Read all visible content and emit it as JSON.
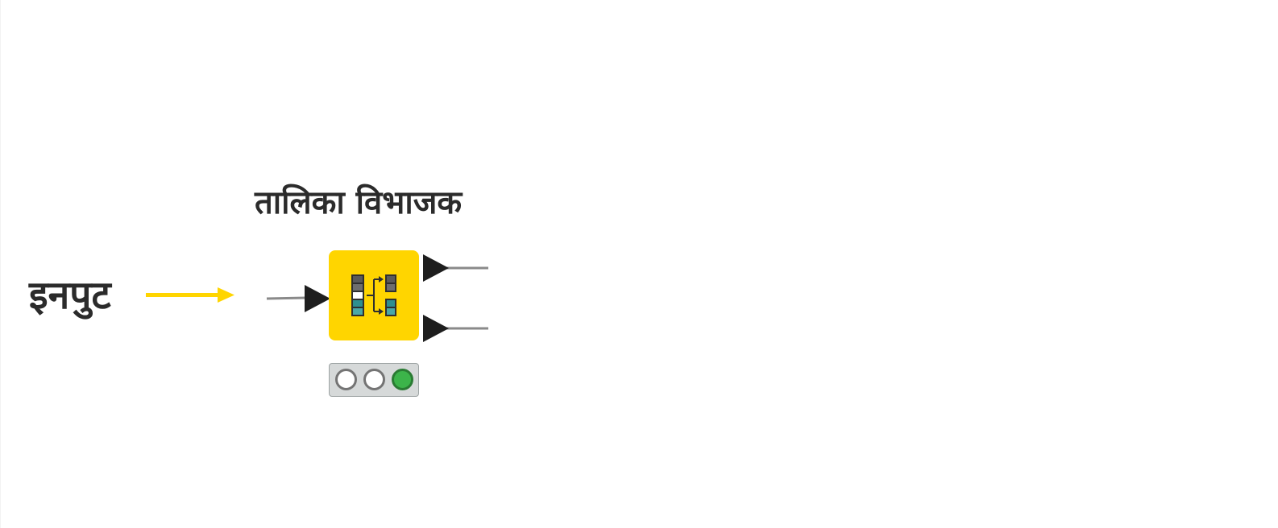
{
  "input": {
    "label": "इनपुट"
  },
  "node": {
    "title": "तालिका विभाजक",
    "icon": "table-splitter-icon",
    "colors": {
      "body": "#ffd500",
      "port": "#1e1e1e",
      "arrow": "#ffd500",
      "status_active": "#3cb44a"
    },
    "input_ports": 1,
    "output_ports": 2,
    "status": {
      "lights": [
        "off",
        "off",
        "green"
      ]
    }
  }
}
